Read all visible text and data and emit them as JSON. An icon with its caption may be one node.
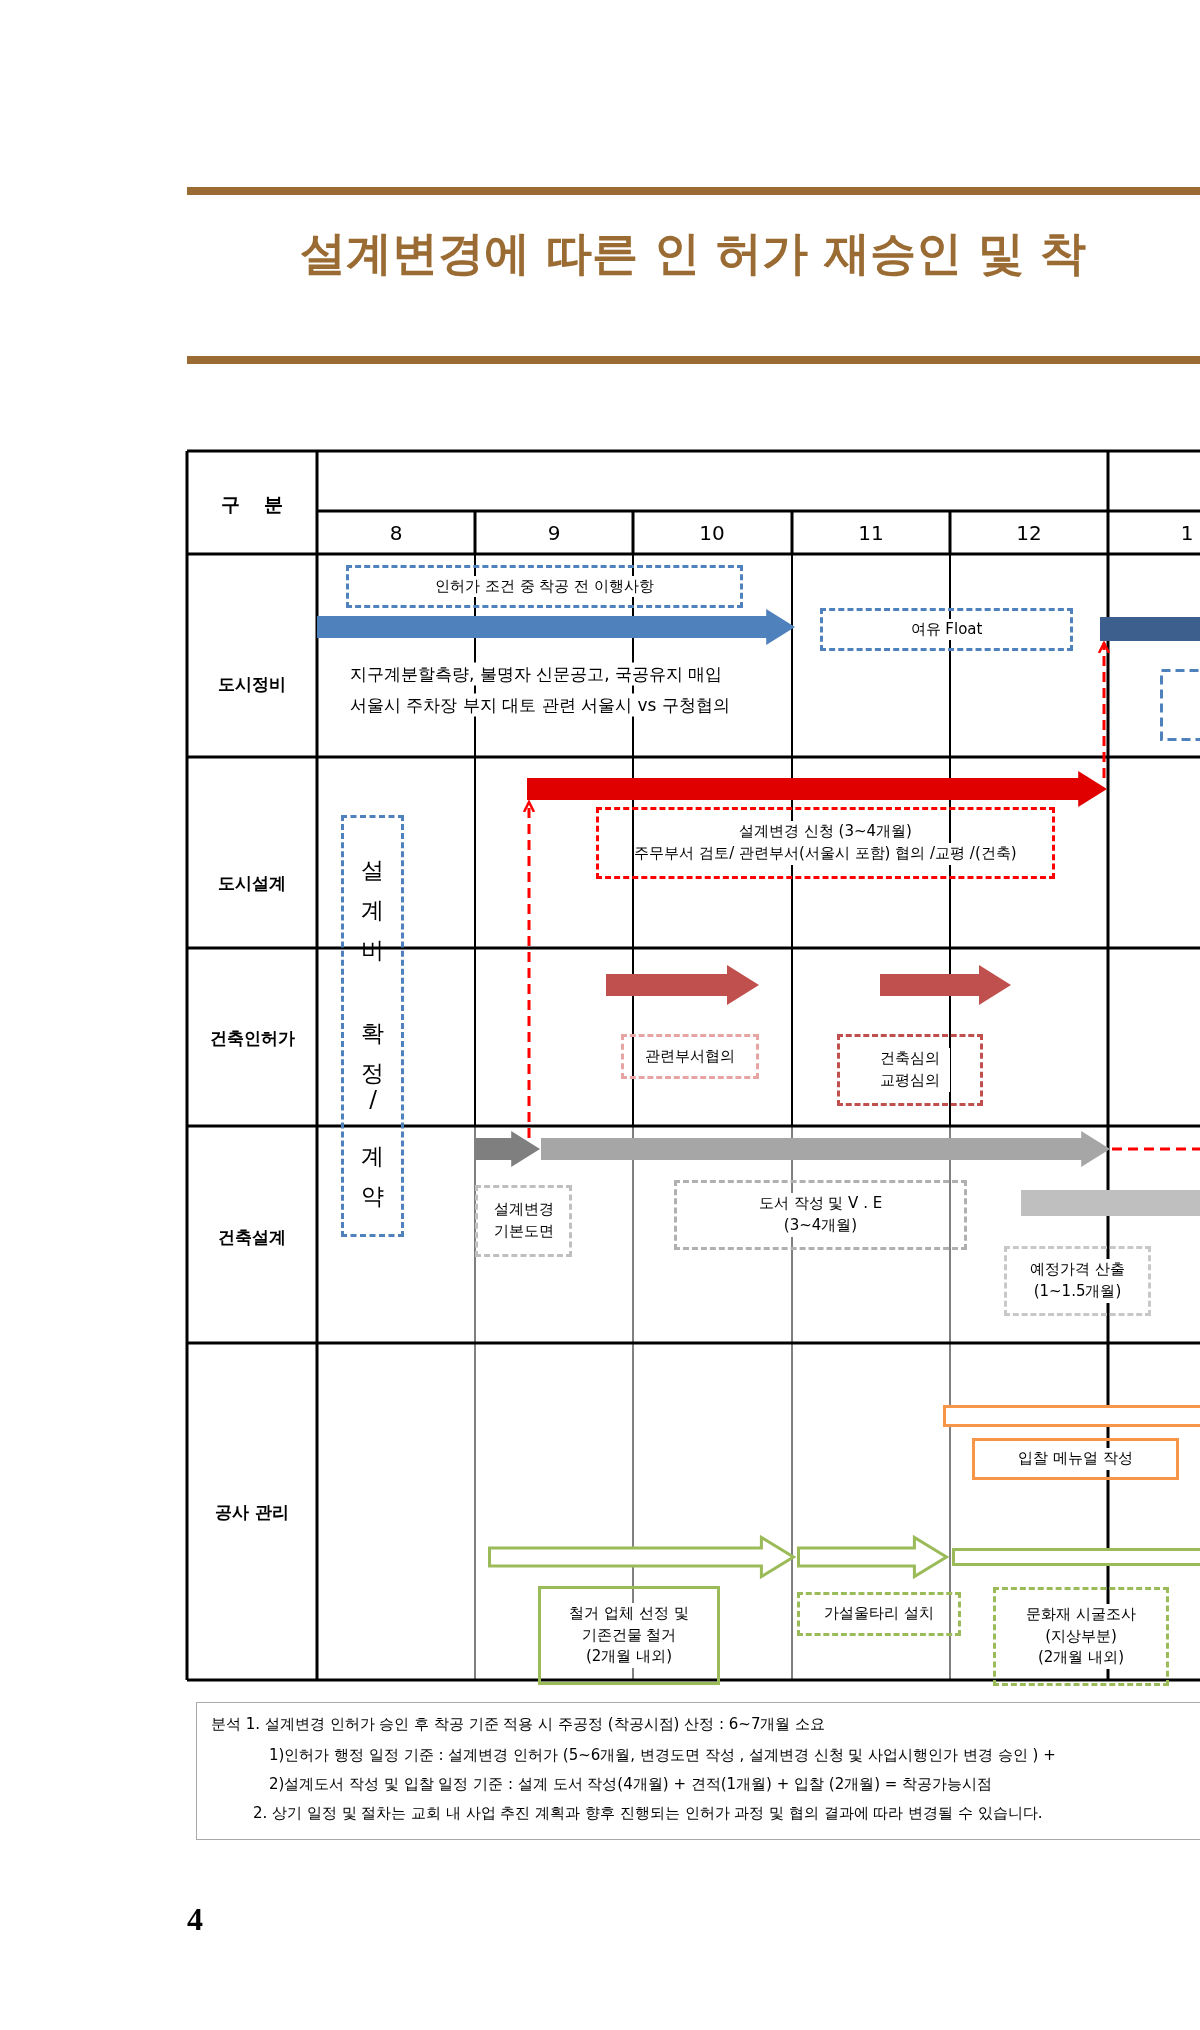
{
  "diagram": {
    "title": "설계변경에 따른 인 허가 재승인 및 착",
    "nodes": [
      {
        "text": [
          "인허가 조건 중 착공 전 이행사항"
        ]
      },
      {
        "text": [],
        "shape": "arrow"
      },
      {
        "text": [
          "여유 Float"
        ]
      },
      {
        "text": [],
        "shape": "bar"
      },
      {
        "text": [],
        "shape": "box"
      },
      {
        "text": [
          "설계비 확정/계약"
        ]
      },
      {
        "text": [],
        "shape": "arrow"
      },
      {
        "text": [
          "설계변경 신청 (3~4개월)",
          "주무부서 검토/ 관련부서(서울시 포함) 협의 /교평 /(건축)"
        ]
      },
      {
        "text": [],
        "shape": "arrow"
      },
      {
        "text": [],
        "shape": "arrow"
      },
      {
        "text": [
          "관련부서협의"
        ]
      },
      {
        "text": [
          "건축심의 교평심의"
        ]
      },
      {
        "text": [],
        "shape": "arrow"
      },
      {
        "text": [],
        "shape": "arrow"
      },
      {
        "text": [
          "설계변경 기본도면"
        ]
      },
      {
        "text": [
          "도서 작성 및 V . E",
          "(3~4개월)"
        ]
      },
      {
        "text": [],
        "shape": "bar"
      },
      {
        "text": [
          "예정가격 산출",
          "(1~1.5개월)"
        ]
      },
      {
        "text": [],
        "shape": "bar"
      },
      {
        "text": [
          "입찰 메뉴얼 작성"
        ]
      },
      {
        "text": [],
        "shape": "arrow"
      },
      {
        "text": [],
        "shape": "arrow"
      },
      {
        "text": [],
        "shape": "bar"
      },
      {
        "text": [
          "철거 업체 선정 및 기존건물 철거",
          "(2개월 내외)"
        ]
      },
      {
        "text": [
          "가설울타리 설치"
        ]
      },
      {
        "text": [
          "문화재 시굴조사",
          "(지상부분)",
          "(2개월 내외)"
        ]
      }
    ],
    "edges": [
      {
        "from": 6,
        "to": 3,
        "arrow": "to",
        "style": "dashed"
      },
      {
        "from": 12,
        "to": 6,
        "arrow": "to",
        "style": "dashed"
      },
      {
        "from": 13,
        "to": null,
        "arrow": "none",
        "style": "dashed"
      }
    ],
    "labels": [
      "구 분",
      "8",
      "9",
      "10",
      "11",
      "12",
      "1",
      "도시정비",
      "지구계분할측량, 불명자 신문공고, 국공유지 매입",
      "서울시 주차장 부지 대토 관련 서울시 vs 구청협의",
      "도시설계",
      "건축인허가",
      "건축설계",
      "공사 관리",
      "분석 1. 설계변경 인허가 승인 후 착공 기준 적용 시 주공정 (착공시점) 산정 : 6~7개월 소요",
      "1)인허가 행정 일정 기준 : 설계변경 인허가 (5~6개월, 변경도면 작성 , 설계변경 신청 및 사업시행인가 변경 승인 ) +",
      "2)설계도서 작성 및 입찰 일정 기준 : 설계 도서 작성(4개월) + 견적(1개월) + 입찰 (2개월) = 착공가능시점",
      "2. 상기 일정 및 절차는 교회 내 사업 추진 계획과 향후 진행되는 인허가 과정 및 협의 결과에 따라 변경될 수 있습니다.",
      "4"
    ]
  }
}
